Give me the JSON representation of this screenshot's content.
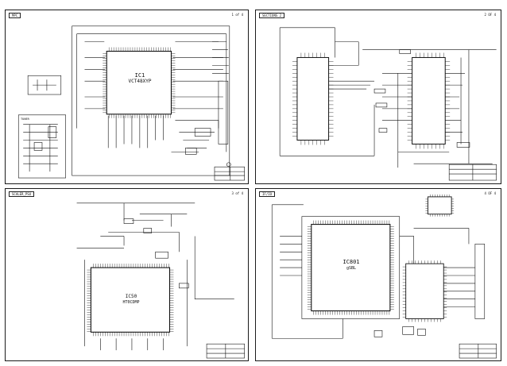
{
  "panels": {
    "top_left": {
      "header": "MPC",
      "page": "1 of 4",
      "chip_name": "IC1",
      "chip_part": "VCT48XYP",
      "box_label": "TUNER"
    },
    "top_right": {
      "header": "SECTIONS 2",
      "page": "2 OF 4"
    },
    "bottom_left": {
      "header": "SCALER_PSU",
      "page": "3 of 4",
      "chip_name": "IC50",
      "chip_part": "HT0CDMP"
    },
    "bottom_right": {
      "header": "IF/IO",
      "page": "4 OF 4",
      "chip_name": "IC801",
      "chip_part": "gSBL"
    }
  }
}
